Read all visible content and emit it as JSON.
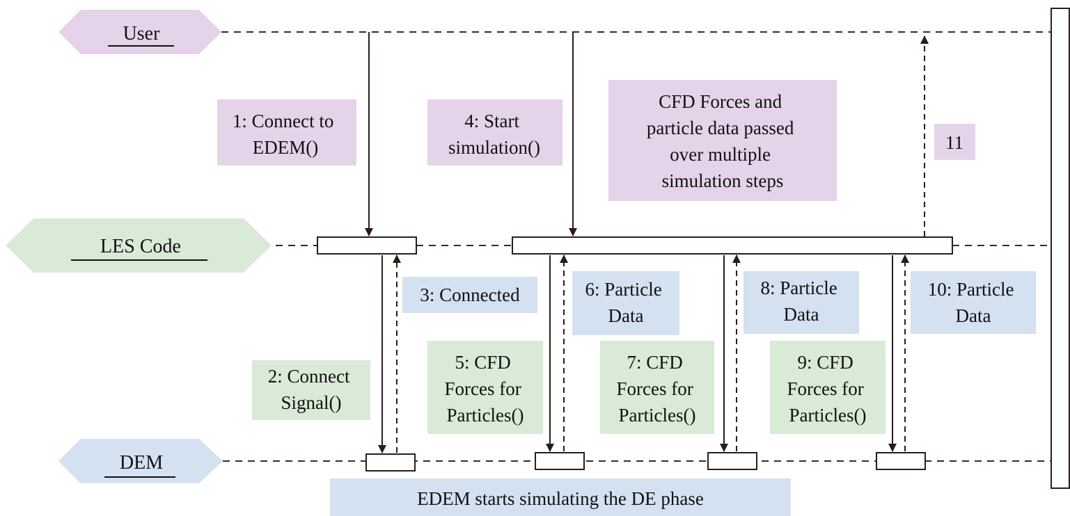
{
  "actors": {
    "user": "User",
    "les": "LES Code",
    "dem": "DEM"
  },
  "messages": {
    "m1": [
      "1: Connect to",
      "EDEM()"
    ],
    "m2": [
      "2: Connect",
      "Signal()"
    ],
    "m3": [
      "3: Connected"
    ],
    "m4": [
      "4: Start",
      "simulation()"
    ],
    "m5": [
      "5: CFD",
      "Forces for",
      "Particles()"
    ],
    "m6": [
      "6: Particle",
      "Data"
    ],
    "m7": [
      "7: CFD",
      "Forces for",
      "Particles()"
    ],
    "m8": [
      "8: Particle",
      "Data"
    ],
    "m9": [
      "9: CFD",
      "Forces for",
      "Particles()"
    ],
    "m10": [
      "10: Particle",
      "Data"
    ],
    "m11": [
      "11"
    ]
  },
  "notes": {
    "cfd_note": [
      "CFD Forces and",
      "particle data passed",
      "over multiple",
      "simulation steps"
    ],
    "dem_note": "EDEM starts simulating the DE phase"
  },
  "colors": {
    "user": "#e5d3ea",
    "les": "#d9ead6",
    "dem": "#d4e1f0",
    "line": "#2a1d18"
  }
}
